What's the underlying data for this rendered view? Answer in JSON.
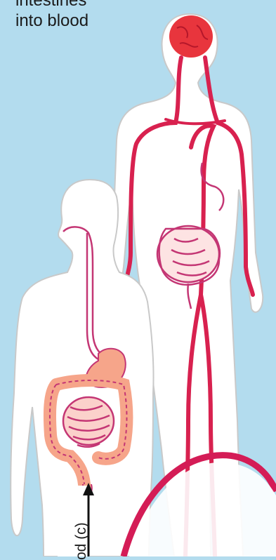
{
  "caption": {
    "line1": "intestines",
    "line2": "into blood"
  },
  "side_label": "od (c)",
  "colors": {
    "background": "#b3dcee",
    "body_fill": "#ffffff",
    "body_outline": "#c9c9c9",
    "blood_vessel": "#d8214f",
    "brain": "#e8353d",
    "digestive_tract": "#c43674",
    "intestine_fill": "#f6a58a",
    "arrow": "#111111"
  }
}
